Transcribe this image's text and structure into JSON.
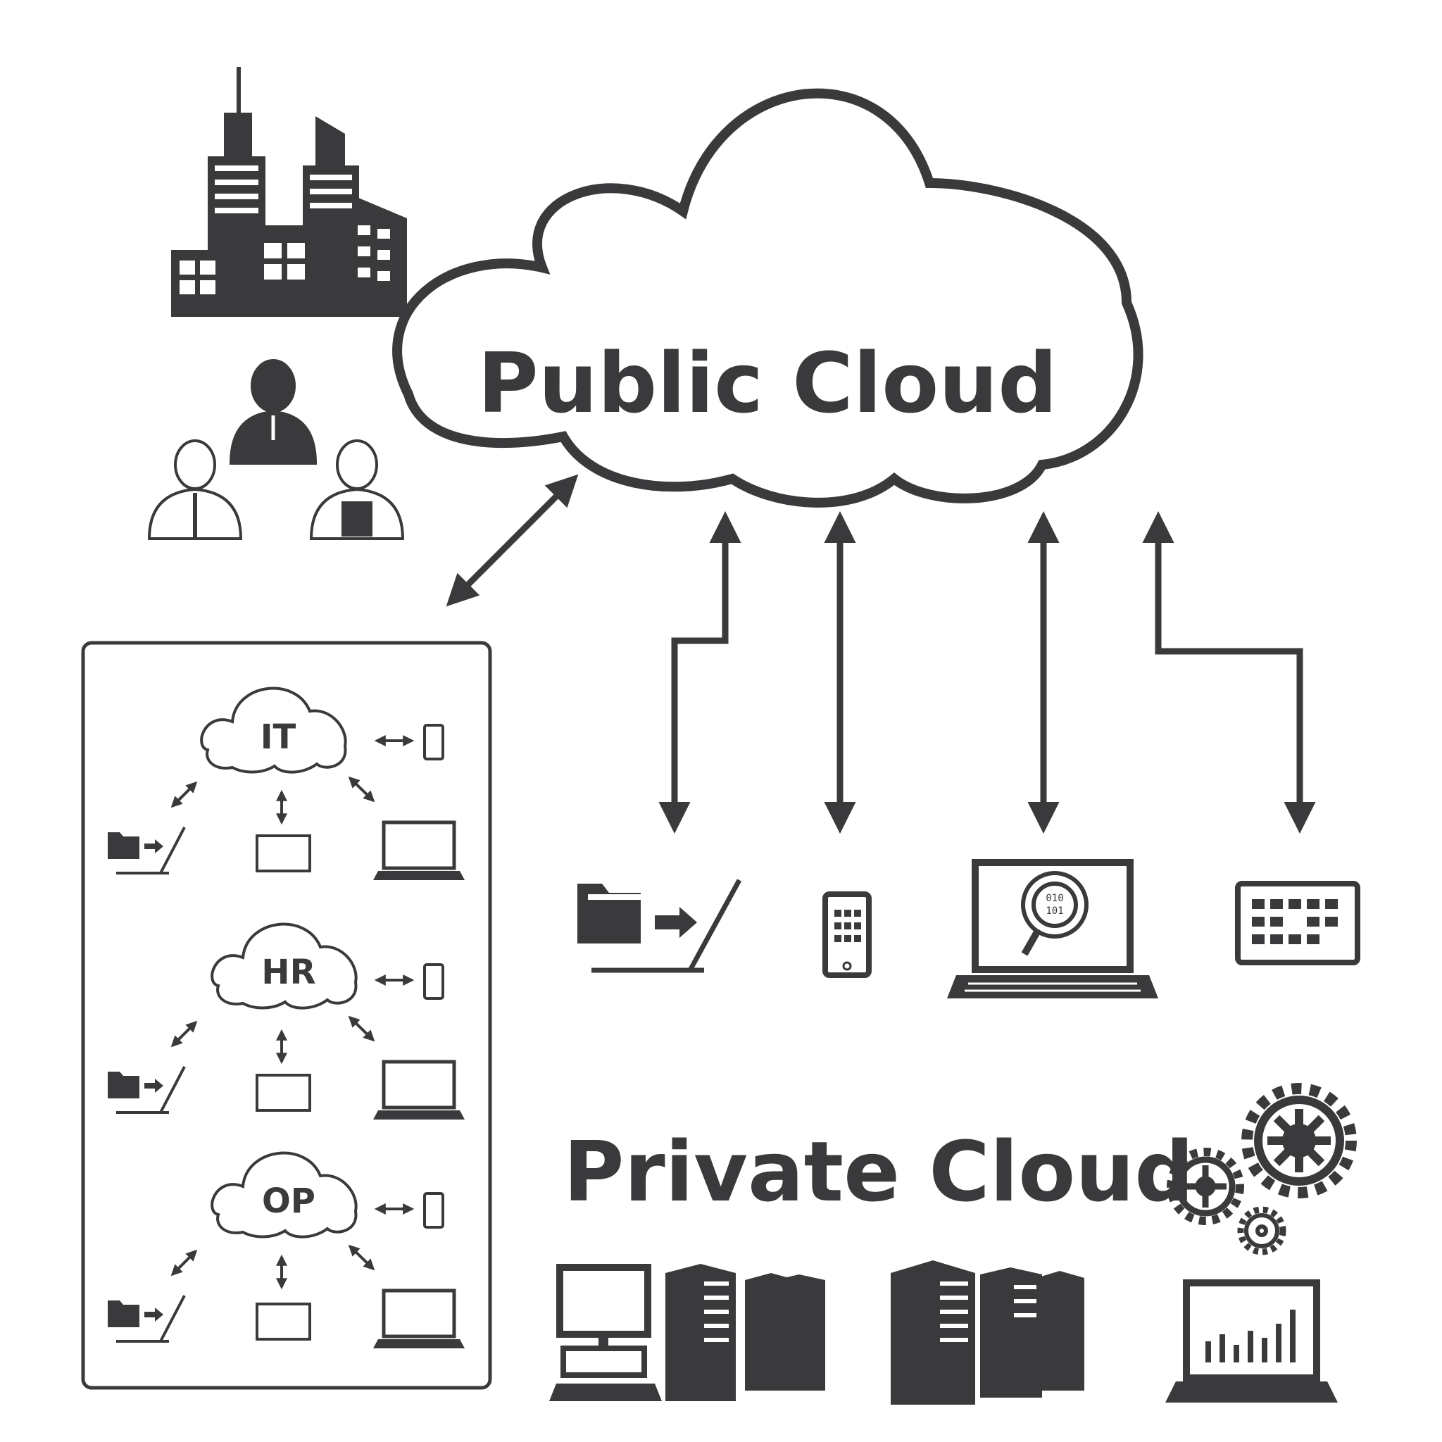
{
  "colors": {
    "ink": "#3a3a3c",
    "background": "#ffffff"
  },
  "public_cloud": {
    "label": "Public Cloud"
  },
  "private_cloud": {
    "label": "Private Cloud"
  },
  "departments": [
    {
      "label": "IT"
    },
    {
      "label": "HR"
    },
    {
      "label": "OP"
    }
  ],
  "icons": [
    "office-buildings-icon",
    "business-people-icon",
    "file-transfer-icon",
    "smartphone-icon",
    "laptop-search-icon",
    "tablet-icon",
    "gears-icon",
    "desktop-computer-icon",
    "server-rack-icon",
    "laptop-chart-icon",
    "keyboard-icon",
    "laptop-icon"
  ]
}
